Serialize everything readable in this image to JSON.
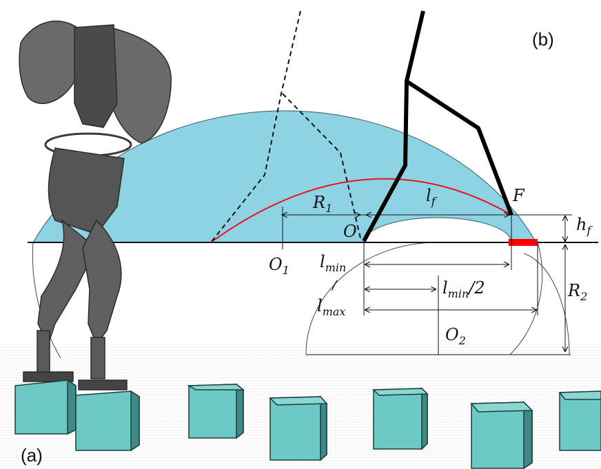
{
  "panel_labels": {
    "a": "(a)",
    "b": "(b)"
  },
  "symbols": {
    "R1_main": "R",
    "R1_sub": "1",
    "lf_main": "l",
    "lf_sub": "f",
    "F": "F",
    "O": "O",
    "O1_main": "O",
    "O1_sub": "1",
    "hf_main": "h",
    "hf_sub": "f",
    "lmin_main": "l",
    "lmin_sub": "min",
    "slash": "/",
    "lmax_main": "l",
    "lmax_sub": "max",
    "lmin2_main": "l",
    "lmin2_sub": "min",
    "lmin2_tail": "/2",
    "R2_main": "R",
    "R2_sub": "2",
    "O2_main": "O",
    "O2_sub": "2"
  },
  "colors": {
    "reachable_region": "#8ed3e3",
    "foot_arc": "#e8131b",
    "foot_target": "#ff0000",
    "stepping_stone": "#6cc9c4",
    "robot": "#5a5a5a"
  }
}
